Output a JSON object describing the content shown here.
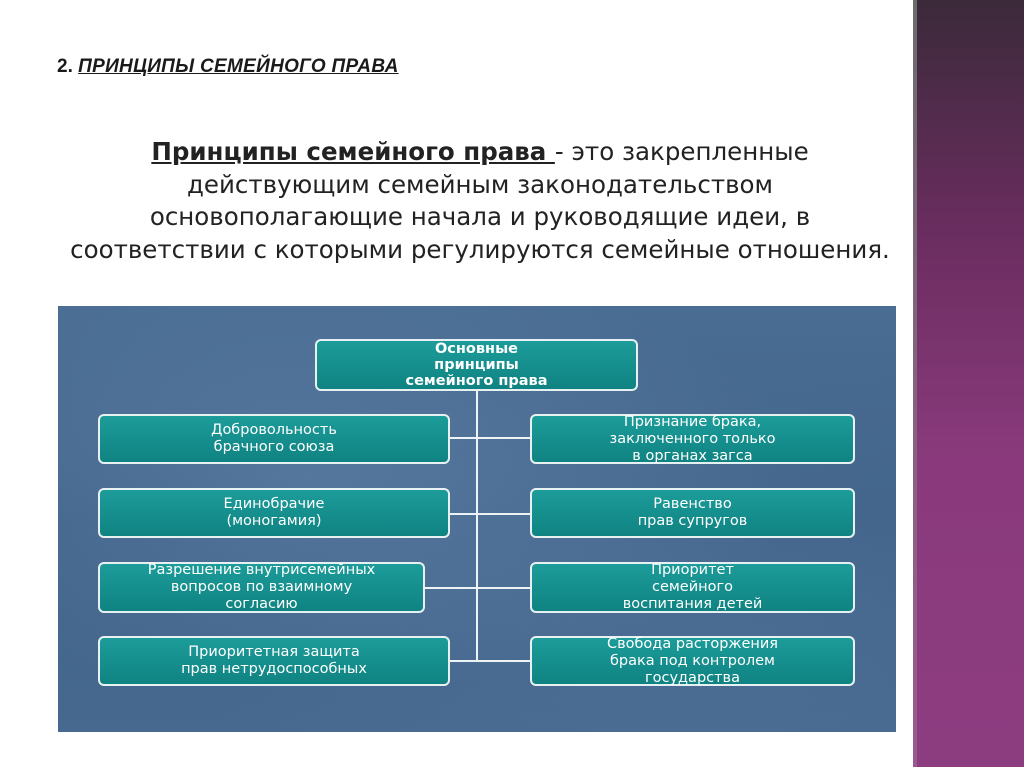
{
  "slide": {
    "heading_number": "2.",
    "heading_text": "ПРИНЦИПЫ  СЕМЕЙНОГО ПРАВА",
    "definition_term": "Принципы семейного права ",
    "definition_rest": "- это закрепленные действующим семейным законодательством основополагающие начала и руководящие идеи, в соответствии с которыми регулируются семейные отношения."
  },
  "diagram": {
    "root": "Основные\nпринципы\nсемейного права",
    "left": [
      "Добровольность\nбрачного союза",
      "Единобрачие\n(моногамия)",
      "Разрешение внутрисемейных\nвопросов по взаимному\nсогласию",
      "Приоритетная защита\nправ нетрудоспособных"
    ],
    "right": [
      "Признание брака,\nзаключенного только\nв органах загса",
      "Равенство\nправ супругов",
      "Приоритет\nсемейного\nвоспитания детей",
      "Свобода расторжения\nбрака под контролем\nгосударства"
    ]
  },
  "colors": {
    "box_fill": "#14908f",
    "box_border": "#e8f1f1",
    "diagram_background": "#436690",
    "accent_band": "#8a3a7c"
  }
}
